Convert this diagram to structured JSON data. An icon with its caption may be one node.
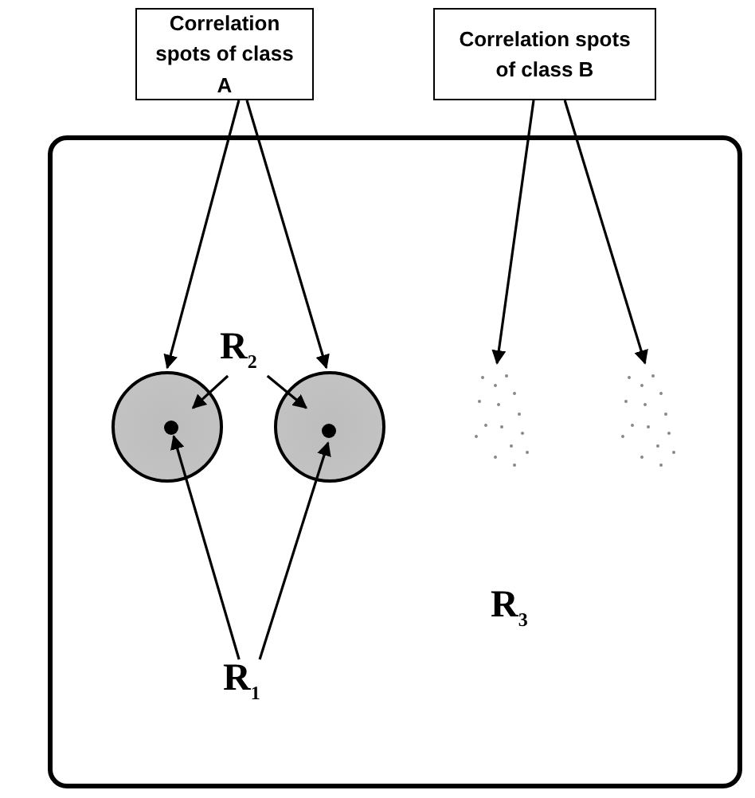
{
  "diagram": {
    "nodes": [
      {
        "text": [
          "Correlation spots of class A"
        ]
      },
      {
        "text": [
          "Correlation spots of class B"
        ]
      },
      {
        "text": [
          "R$_{3}$"
        ]
      },
      {
        "text": [],
        "shape": "circle",
        "in": 2
      },
      {
        "text": [],
        "shape": "circle",
        "in": 2
      },
      {
        "text": [],
        "shape": "circle",
        "in": 3
      },
      {
        "text": [],
        "shape": "circle",
        "in": 4
      },
      {
        "text": [],
        "shape": "circle",
        "in": 2
      },
      {
        "text": [],
        "shape": "circle",
        "in": 2
      },
      {
        "text": [
          "R$_{2}$"
        ],
        "in": 2
      },
      {
        "text": [
          "R$_{1}$"
        ],
        "in": 2
      }
    ],
    "edges": [
      {
        "from": 0,
        "to": 3,
        "arrow": "to"
      },
      {
        "from": 0,
        "to": 4,
        "arrow": "to"
      },
      {
        "from": 1,
        "to": 7,
        "arrow": "to"
      },
      {
        "from": 1,
        "to": 8,
        "arrow": "to"
      },
      {
        "from": 9,
        "to": 3,
        "arrow": "to"
      },
      {
        "from": 9,
        "to": 4,
        "arrow": "to"
      },
      {
        "from": 10,
        "to": 5,
        "arrow": "to"
      },
      {
        "from": 10,
        "to": 6,
        "arrow": "to"
      }
    ]
  }
}
